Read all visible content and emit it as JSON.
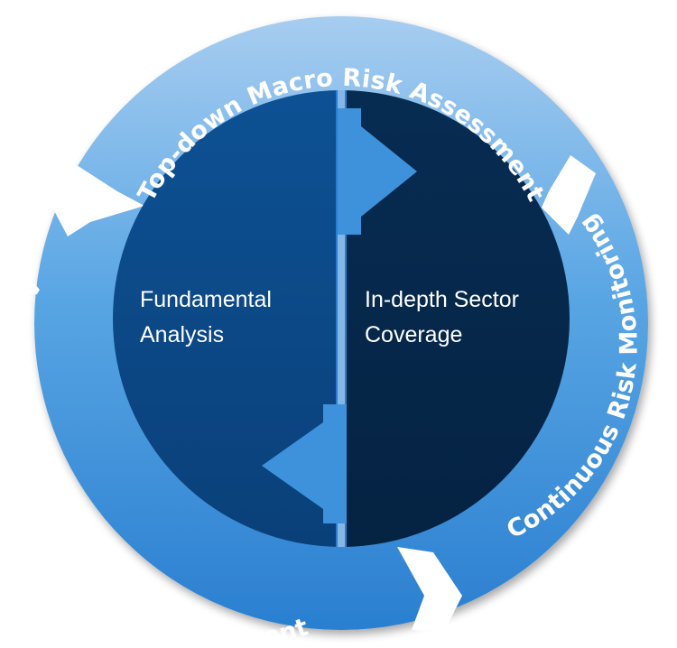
{
  "ring": {
    "top": "Top-down Macro Risk Assessment",
    "right": "Continuous Risk Monitoring",
    "left": "Active Sourcing and Portfolio Management"
  },
  "inner": {
    "left_line1": "Fundamental",
    "left_line2": "Analysis",
    "right_line1": "In-depth Sector",
    "right_line2": "Coverage"
  },
  "colors": {
    "ring_light": "#8cc0ea",
    "ring_mid": "#4c9de0",
    "ring_dark": "#2a7fd0",
    "left_half": "#0b4a86",
    "right_half": "#06294d",
    "arrow": "#3e92dc",
    "divider": "#ffffff"
  }
}
